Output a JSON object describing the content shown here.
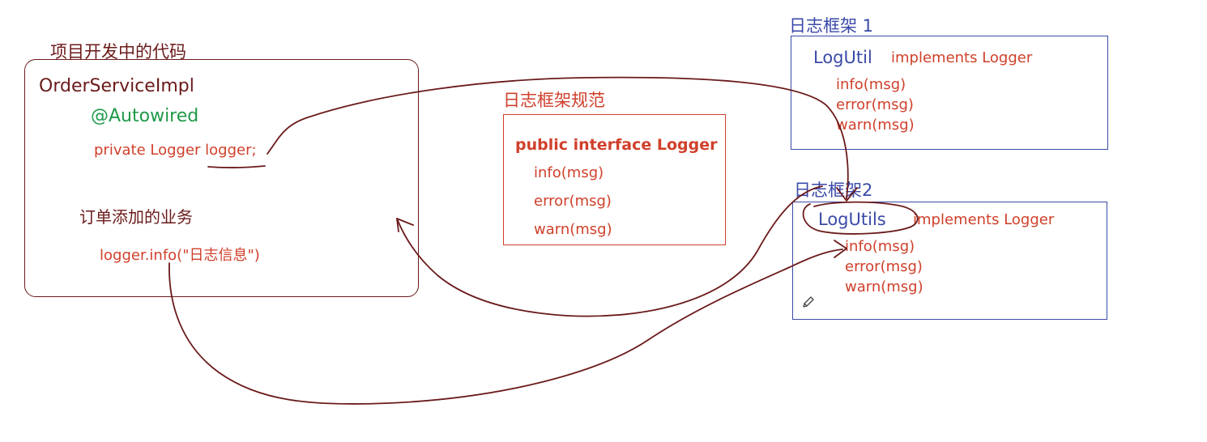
{
  "project": {
    "title": "项目开发中的代码",
    "class_name": "OrderServiceImpl",
    "annotation": "@Autowired",
    "field": "private Logger logger;",
    "business": "订单添加的业务",
    "call": "logger.info(\"日志信息\")"
  },
  "spec": {
    "title": "日志框架规范",
    "interface": "public interface Logger",
    "methods": [
      "info(msg)",
      "error(msg)",
      "warn(msg)"
    ]
  },
  "framework1": {
    "title": "日志框架 1",
    "class_name": "LogUtil",
    "implements": "implements Logger",
    "methods": [
      "info(msg)",
      "error(msg)",
      "warn(msg)"
    ]
  },
  "framework2": {
    "title": "日志框架2",
    "class_name": "LogUtils",
    "implements": "implements Logger",
    "methods": [
      "info(msg)",
      "error(msg)",
      "warn(msg)"
    ]
  },
  "colors": {
    "annotation_ink": "#6b1a1a",
    "code_red": "#d0402b",
    "annotation_green": "#1f9a48",
    "framework_blue": "#3a4aa8"
  },
  "icons": {
    "pencil": "pencil-icon"
  }
}
